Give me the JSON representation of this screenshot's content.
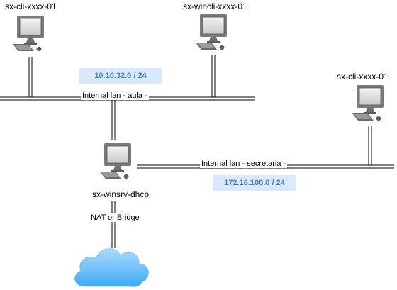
{
  "hosts": {
    "cli_left": "sx-cli-xxxx-01",
    "wincli": "sx-wincli-xxxx-01",
    "cli_right": "sx-cli-xxxx-01",
    "server": "sx-winsrv-dhcp"
  },
  "networks": {
    "aula_subnet": "10.10.32.0 / 24",
    "aula_name": "Internal lan - aula -",
    "secretaria_subnet": "172.16.100.0 / 24",
    "secretaria_name": "Internal lan - secretaria -"
  },
  "uplink": {
    "label": "NAT or Bridge"
  },
  "colors": {
    "badge_fill": "#dae8fc",
    "badge_text": "#3d7fd1",
    "cloud_top": "#a8dcff",
    "cloud_bottom": "#3fa9f5"
  }
}
